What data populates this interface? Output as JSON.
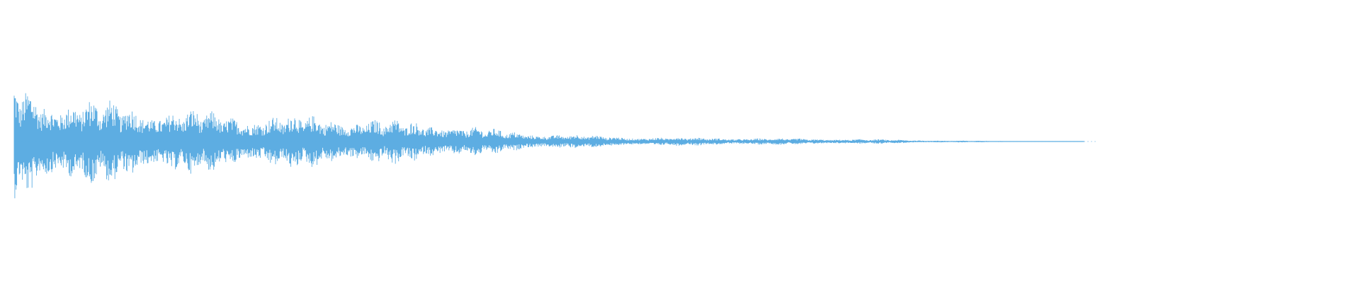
{
  "waveform": {
    "color": "#5dade2",
    "background": "#ffffff",
    "envelope": {
      "type": "decaying",
      "active_fraction": 0.8125,
      "description_points": [
        [
          0.0,
          0.92
        ],
        [
          0.02,
          0.72
        ],
        [
          0.08,
          0.58
        ],
        [
          0.16,
          0.42
        ],
        [
          0.24,
          0.38
        ],
        [
          0.32,
          0.28
        ],
        [
          0.38,
          0.14
        ],
        [
          0.46,
          0.07
        ],
        [
          0.56,
          0.05
        ],
        [
          0.64,
          0.035
        ],
        [
          0.7,
          0.015
        ],
        [
          0.76,
          0.006
        ],
        [
          0.8125,
          0.0
        ]
      ]
    }
  }
}
